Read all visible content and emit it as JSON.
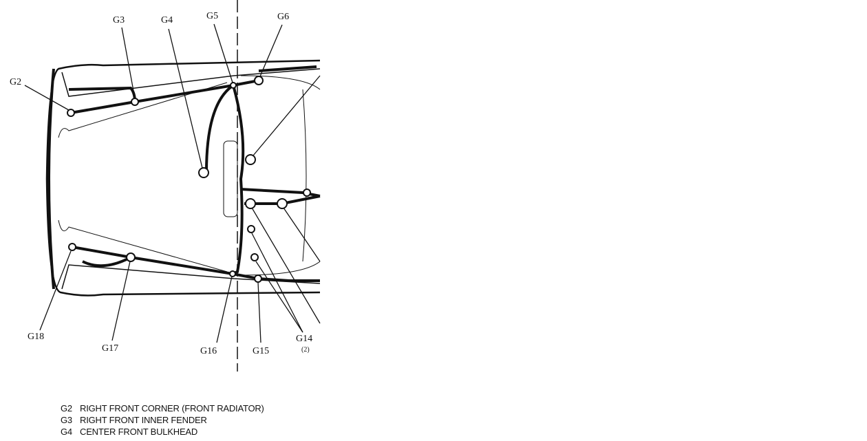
{
  "diagram": {
    "labels": {
      "g2": "G2",
      "g3": "G3",
      "g4": "G4",
      "g5": "G5",
      "g6": "G6",
      "g14": "G14",
      "g14_count": "(2)",
      "g15": "G15",
      "g16": "G16",
      "g17": "G17",
      "g18": "G18"
    }
  },
  "legend": [
    {
      "code": "G2",
      "text": "RIGHT FRONT CORNER (FRONT RADIATOR)"
    },
    {
      "code": "G3",
      "text": "RIGHT FRONT INNER FENDER"
    },
    {
      "code": "G4",
      "text": "CENTER FRONT BULKHEAD"
    }
  ]
}
